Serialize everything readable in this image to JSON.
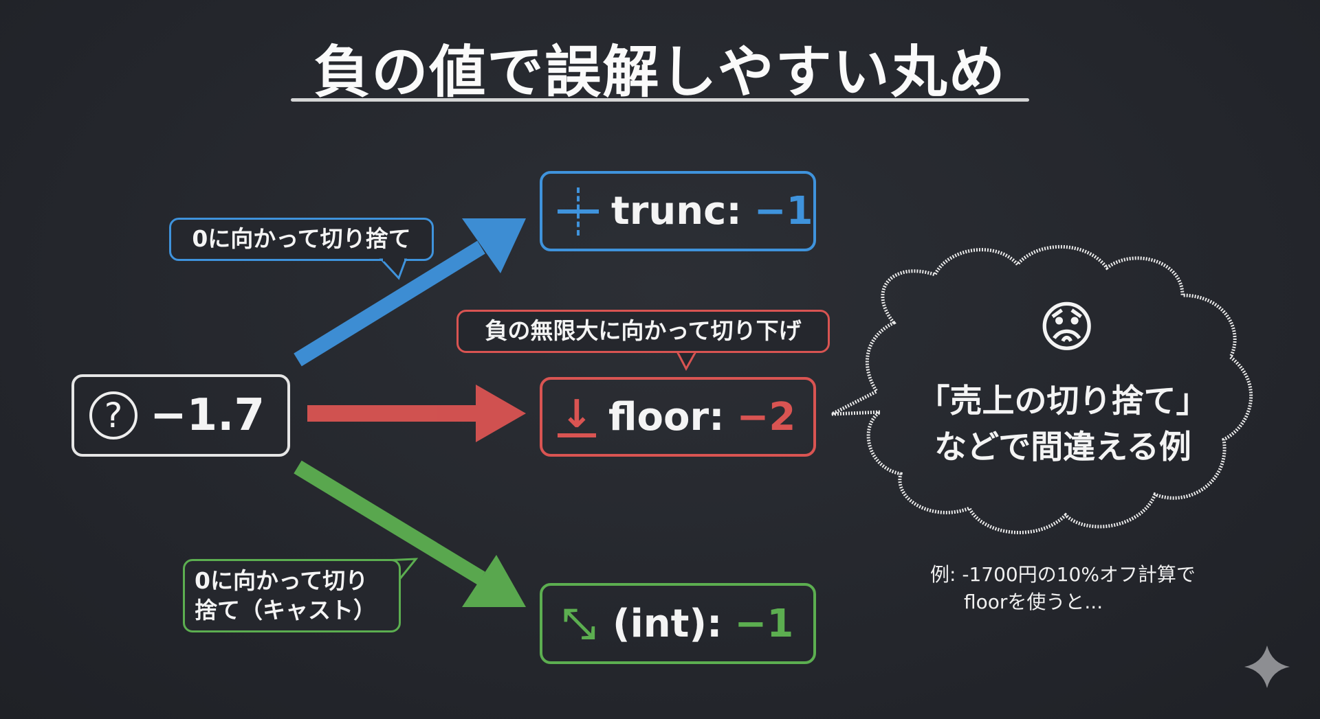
{
  "title": "負の値で誤解しやすい丸め",
  "input": {
    "icon": "question-circle-icon",
    "value": "−1.7"
  },
  "trunc": {
    "icon": "trunc-icon",
    "label": "trunc:",
    "value": "−1",
    "note": "0に向かって切り捨て"
  },
  "floor": {
    "icon": "floor-arrow-icon",
    "label": "floor:",
    "value": "−2",
    "note": "負の無限大に向かって切り下げ"
  },
  "int_cast": {
    "icon": "diagonal-arrows-icon",
    "label": "(int):",
    "value": "−1",
    "note_line1": "0に向かって切り",
    "note_line2": "捨て（キャスト）"
  },
  "cloud": {
    "emoji": "😟",
    "line1": "「売上の切り捨て」",
    "line2": "などで間違える例"
  },
  "example": {
    "line1": "例: -1700円の10%オフ計算で",
    "line2": "floorを使うと..."
  },
  "colors": {
    "blue": "#3f93dc",
    "red": "#d95452",
    "green": "#5cae50",
    "background": "#25272d"
  }
}
